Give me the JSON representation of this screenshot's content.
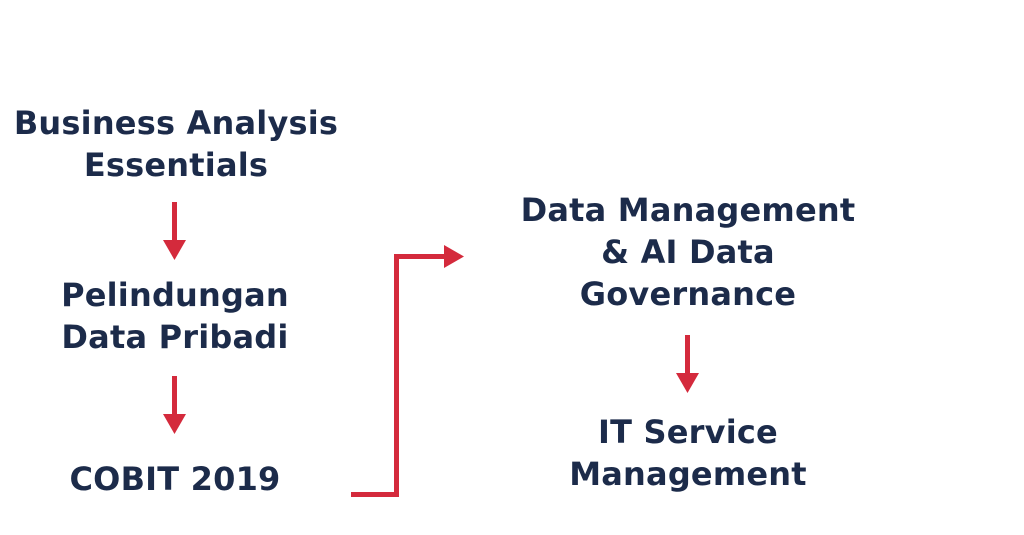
{
  "nodes": {
    "business_analysis": {
      "line1": "Business Analysis",
      "line2": "Essentials"
    },
    "pelindungan": {
      "line1": "Pelindungan",
      "line2": "Data Pribadi"
    },
    "cobit": {
      "line1": "COBIT 2019"
    },
    "data_management": {
      "line1": "Data Management",
      "line2": "& AI Data",
      "line3": "Governance"
    },
    "it_service": {
      "line1": "IT Service",
      "line2": "Management"
    }
  },
  "colors": {
    "text": "#1c2b4a",
    "arrow": "#d42a3c"
  }
}
